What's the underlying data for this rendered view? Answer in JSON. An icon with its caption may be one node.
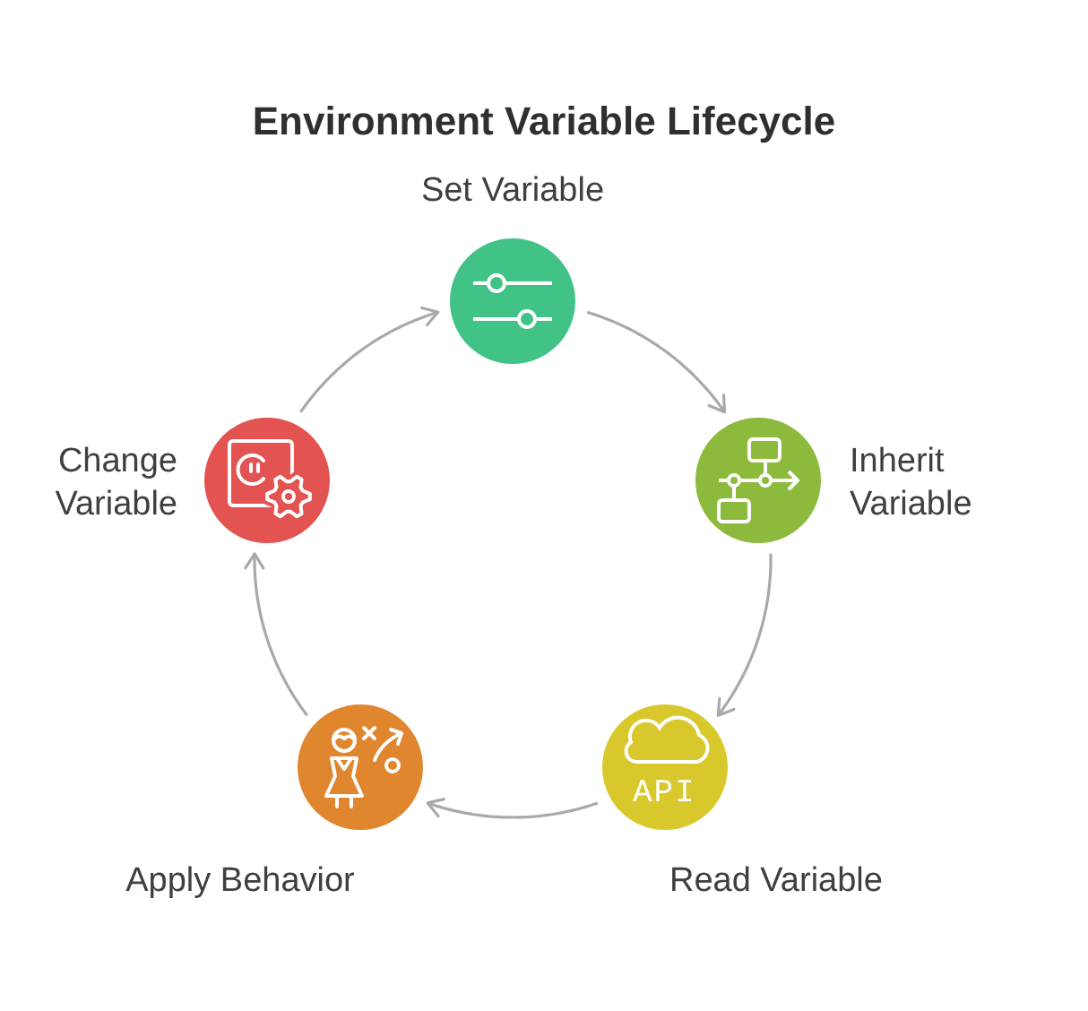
{
  "diagram": {
    "title": "Environment Variable Lifecycle",
    "nodes": [
      {
        "text": [
          "Set Variable"
        ]
      },
      {
        "text": [
          "Inherit Variable"
        ]
      },
      {
        "text": [
          "API",
          "Read Variable"
        ]
      },
      {
        "text": [
          "Apply Behavior"
        ]
      },
      {
        "text": [
          "Change Variable"
        ]
      }
    ],
    "edges": [
      {
        "from": 0,
        "to": 1,
        "arrow": "to"
      },
      {
        "from": 1,
        "to": 2,
        "arrow": "to"
      },
      {
        "from": 2,
        "to": 3,
        "arrow": "to"
      },
      {
        "from": 3,
        "to": 4,
        "arrow": "to"
      },
      {
        "from": 4,
        "to": 0,
        "arrow": "to"
      }
    ]
  }
}
